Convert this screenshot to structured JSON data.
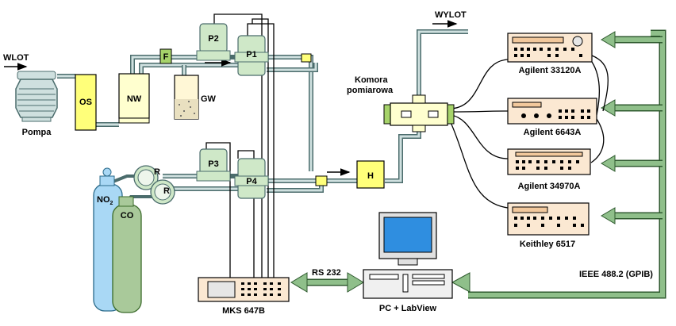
{
  "labels": {
    "wlot": "WLOT",
    "wylot": "WYLOT",
    "pompa": "Pompa",
    "os": "OS",
    "nw": "NW",
    "gw": "GW",
    "f": "F",
    "p1": "P1",
    "p2": "P2",
    "p3": "P3",
    "p4": "P4",
    "h": "H",
    "r1": "R",
    "r2": "R",
    "no2": "NO",
    "no2_sub": "2",
    "co": "CO",
    "komora_1": "Komora",
    "komora_2": "pomiarowa",
    "agilent_33120a": "Agilent 33120A",
    "agilent_6643a": "Agilent 6643A",
    "agilent_34970a": "Agilent 34970A",
    "keithley_6517": "Keithley 6517",
    "mks": "MKS 647B",
    "rs232": "RS 232",
    "pc": "PC + LabView",
    "ieee": "IEEE 488.2 (GPIB)"
  },
  "colors": {
    "pipe_light": "#cfe0df",
    "pipe_dark": "#4b6c6c",
    "yellow": "#ffff7a",
    "instrument": "#fbe8d2",
    "instrument_dark": "#f2c89c",
    "valve_green": "#cfe8c8",
    "filter_green": "#a6d36a",
    "bus_green": "#8fbf8a",
    "bus_dark": "#2f5a2f",
    "cyl_blue": "#a9d8f5",
    "cyl_green": "#a9c99a",
    "monitor_blue": "#2f8ee0"
  }
}
